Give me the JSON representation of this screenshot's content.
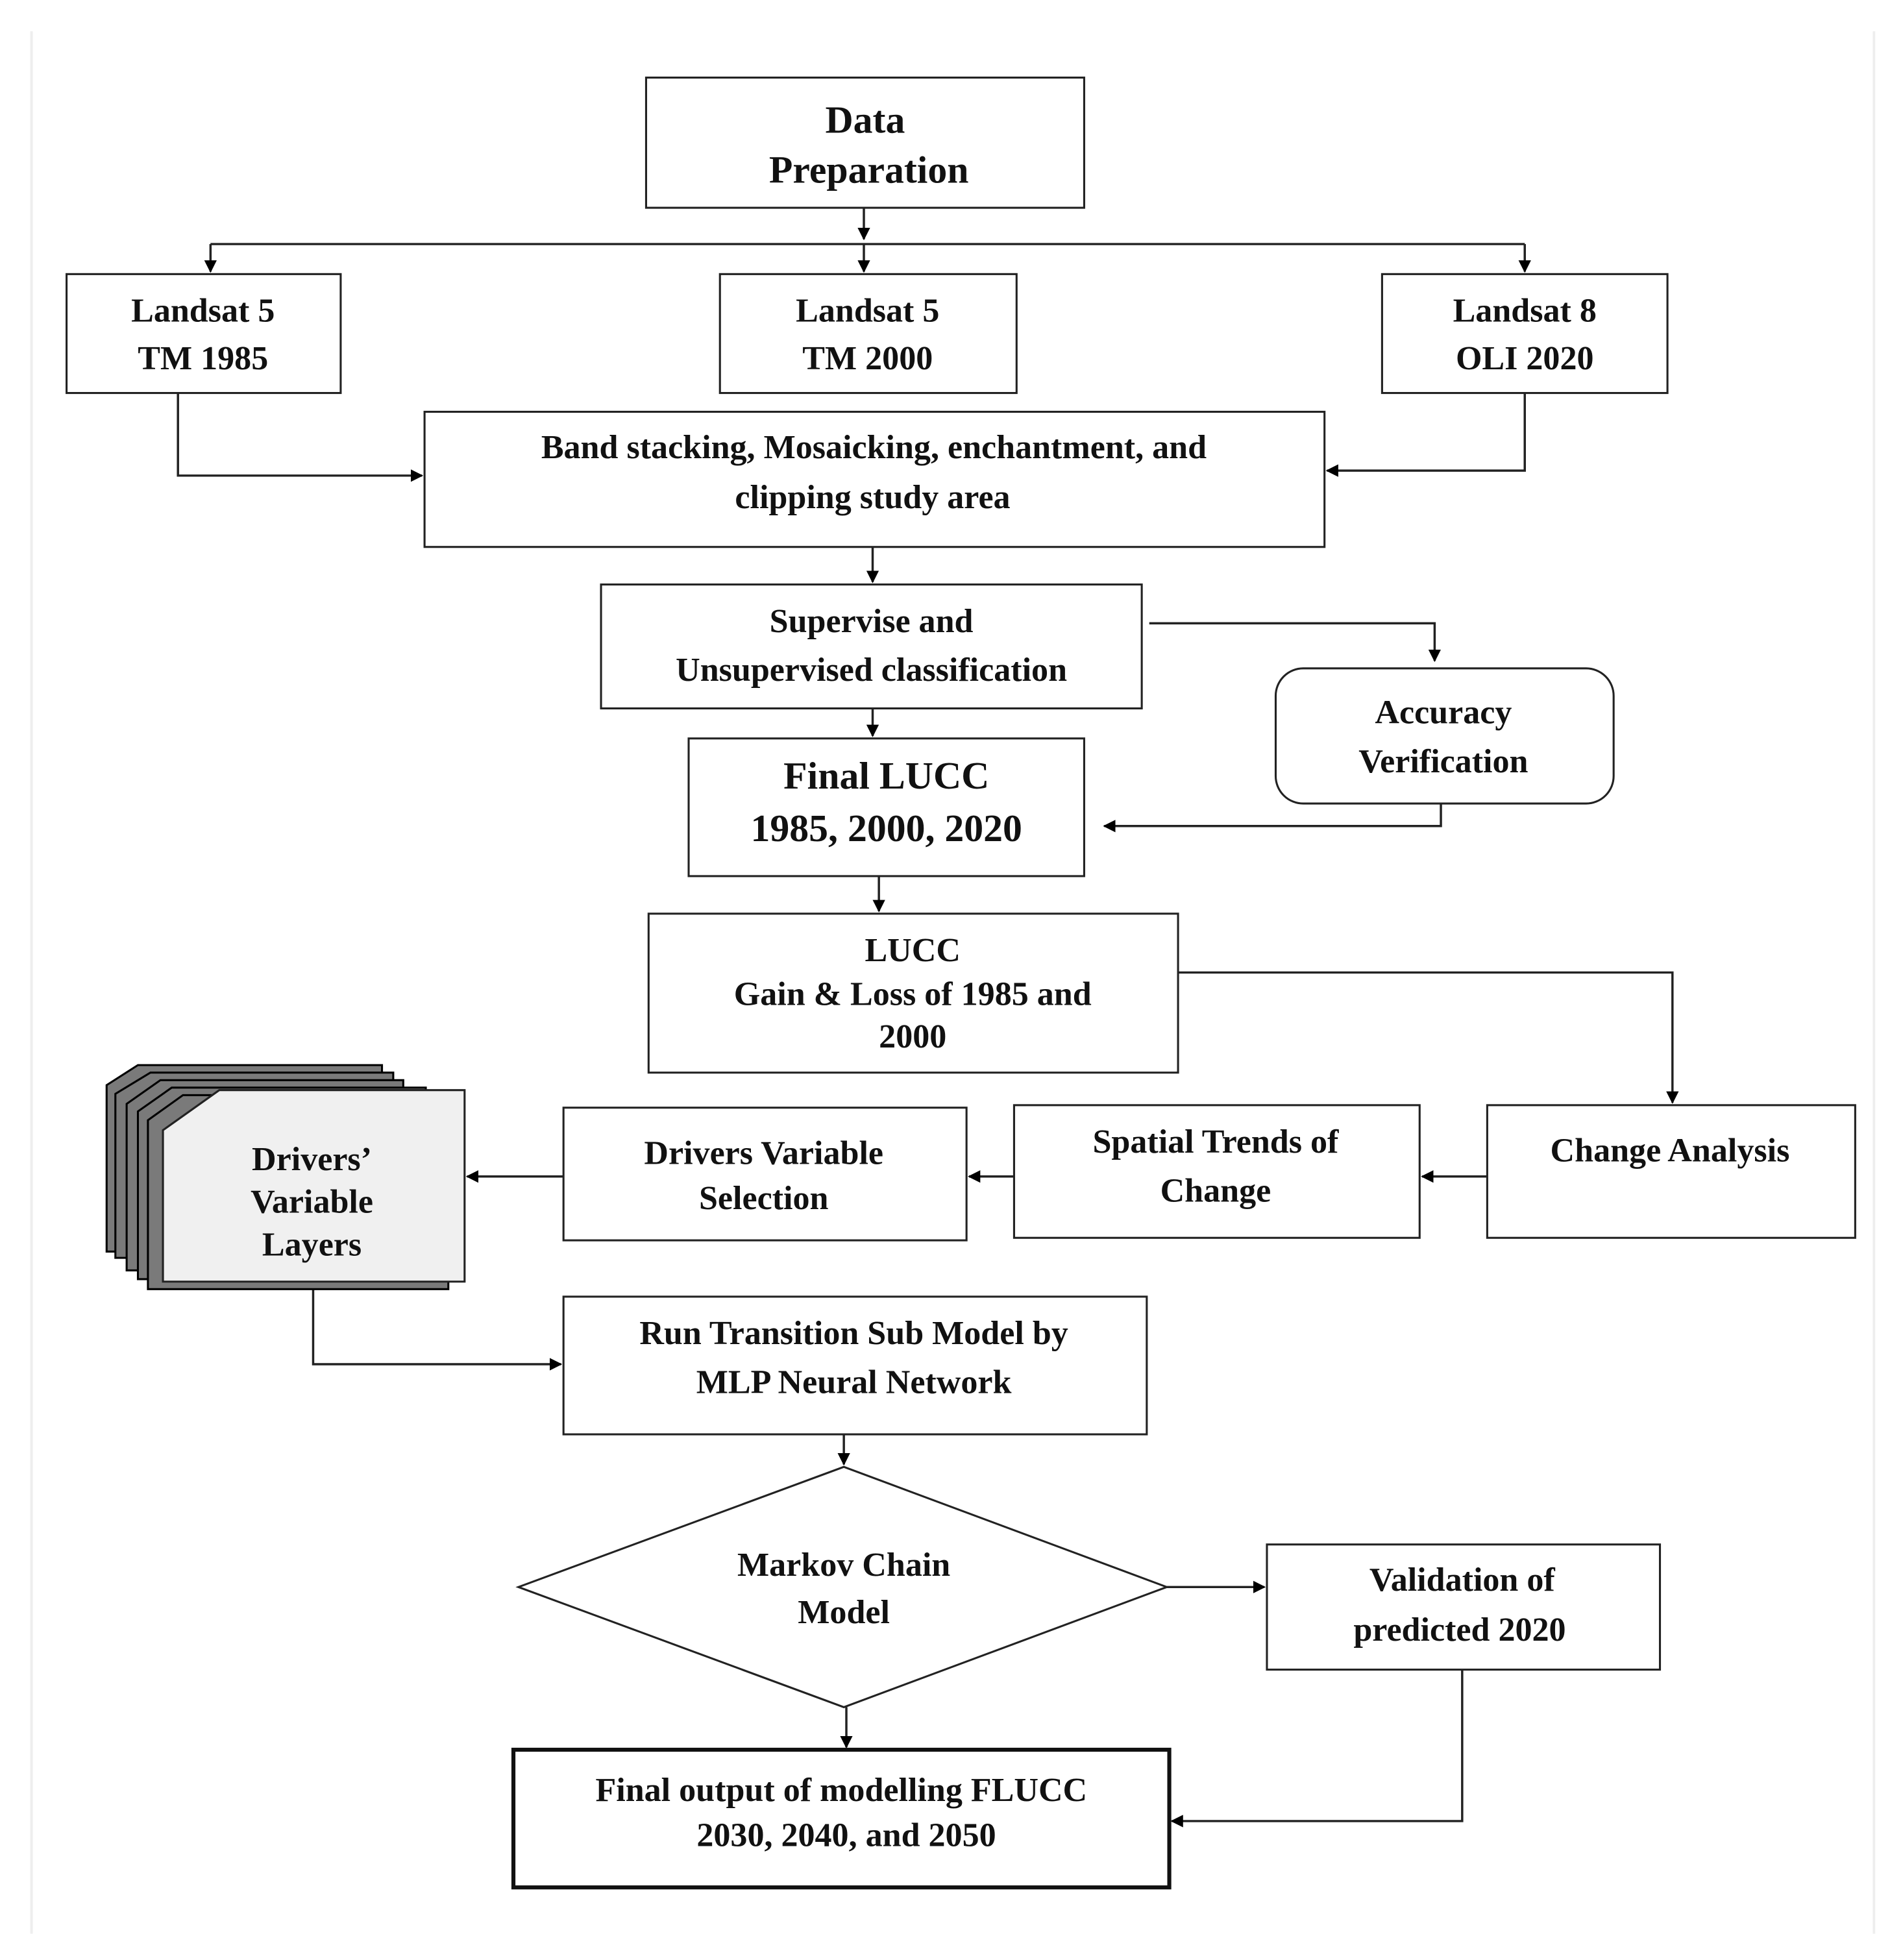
{
  "nodes": {
    "data_preparation": [
      "Data",
      "Preparation"
    ],
    "landsat_1985": [
      "Landsat 5",
      "TM 1985"
    ],
    "landsat_2000": [
      "Landsat 5",
      "TM 2000"
    ],
    "landsat_2020": [
      "Landsat 8",
      "OLI 2020"
    ],
    "preprocessing": [
      "Band stacking, Mosaicking, enchantment, and",
      "clipping study area"
    ],
    "classification": [
      "Supervise and",
      "Unsupervised classification"
    ],
    "accuracy": [
      "Accuracy",
      "Verification"
    ],
    "final_lucc": [
      "Final LUCC",
      "1985, 2000, 2020"
    ],
    "lucc_gain_loss": [
      "LUCC",
      "Gain & Loss of 1985 and",
      "2000"
    ],
    "drivers_layers": [
      "Drivers’",
      "Variable",
      "Layers"
    ],
    "drivers_selection": [
      "Drivers Variable",
      "Selection"
    ],
    "spatial_trends": [
      "Spatial Trends of",
      "Change"
    ],
    "change_analysis": [
      "Change Analysis"
    ],
    "transition_model": [
      "Run Transition Sub Model by",
      "MLP Neural Network"
    ],
    "markov": [
      "Markov Chain",
      "Model"
    ],
    "validation": [
      "Validation of",
      "predicted 2020"
    ],
    "final_output": [
      "Final output of modelling FLUCC",
      "2030, 2040, and 2050"
    ]
  },
  "colors": {
    "stroke": "#222222",
    "layer_fill": "#7a7a7a",
    "front_layer_fill": "#f0f0f0"
  }
}
